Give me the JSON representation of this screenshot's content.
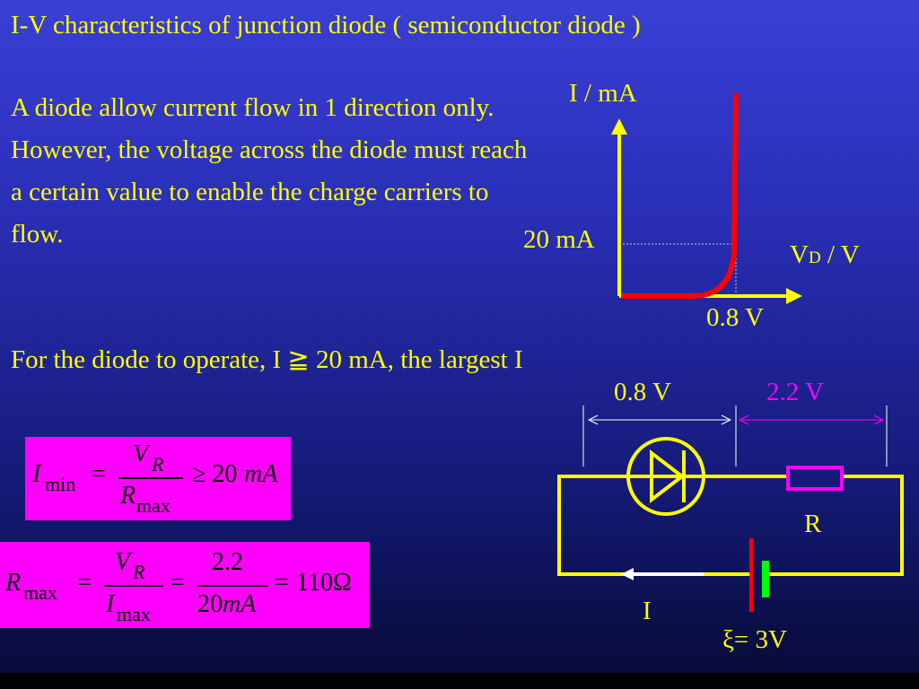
{
  "title": "I-V characteristics of junction diode ( semiconductor diode )",
  "para1": "A diode allow current flow in 1 direction only. However, the voltage across the diode must reach a certain value to enable the charge carriers to flow.",
  "para2": "For the diode to operate, I ≧ 20 mA, the largest I",
  "graph": {
    "y_label": "I / mA",
    "x_label_main": "V",
    "x_label_sub": "D",
    "x_label_unit": " / V",
    "threshold_current": "20 mA",
    "threshold_voltage": "0.8 V"
  },
  "circuit": {
    "diode_voltage": "0.8 V",
    "resistor_voltage": "2.2 V",
    "resistor_label": "R",
    "current_label": "I",
    "emf_label": "ξ= 3V"
  },
  "formula1": {
    "lhs": "I",
    "lhs_sub": "min",
    "eq": "=",
    "num": "V",
    "num_sub": "R",
    "den": "R",
    "den_sub": "max",
    "rhs": "≥ 20",
    "rhs_unit": "mA"
  },
  "formula2": {
    "lhs": "R",
    "lhs_sub": "max",
    "eq1": "=",
    "num1": "V",
    "num1_sub": "R",
    "den1": "I",
    "den1_sub": "max",
    "eq2": "=",
    "num2": "2.2",
    "den2": "20",
    "den2_unit": "mA",
    "eq3": "=",
    "result": "110Ω"
  },
  "colors": {
    "text": "#ffff00",
    "curve": "#ff0000",
    "resistor_voltage": "#ff00ff",
    "formula_box": "#ff00ff",
    "battery_plus": "#00ff00",
    "battery_minus": "#ff0000"
  }
}
